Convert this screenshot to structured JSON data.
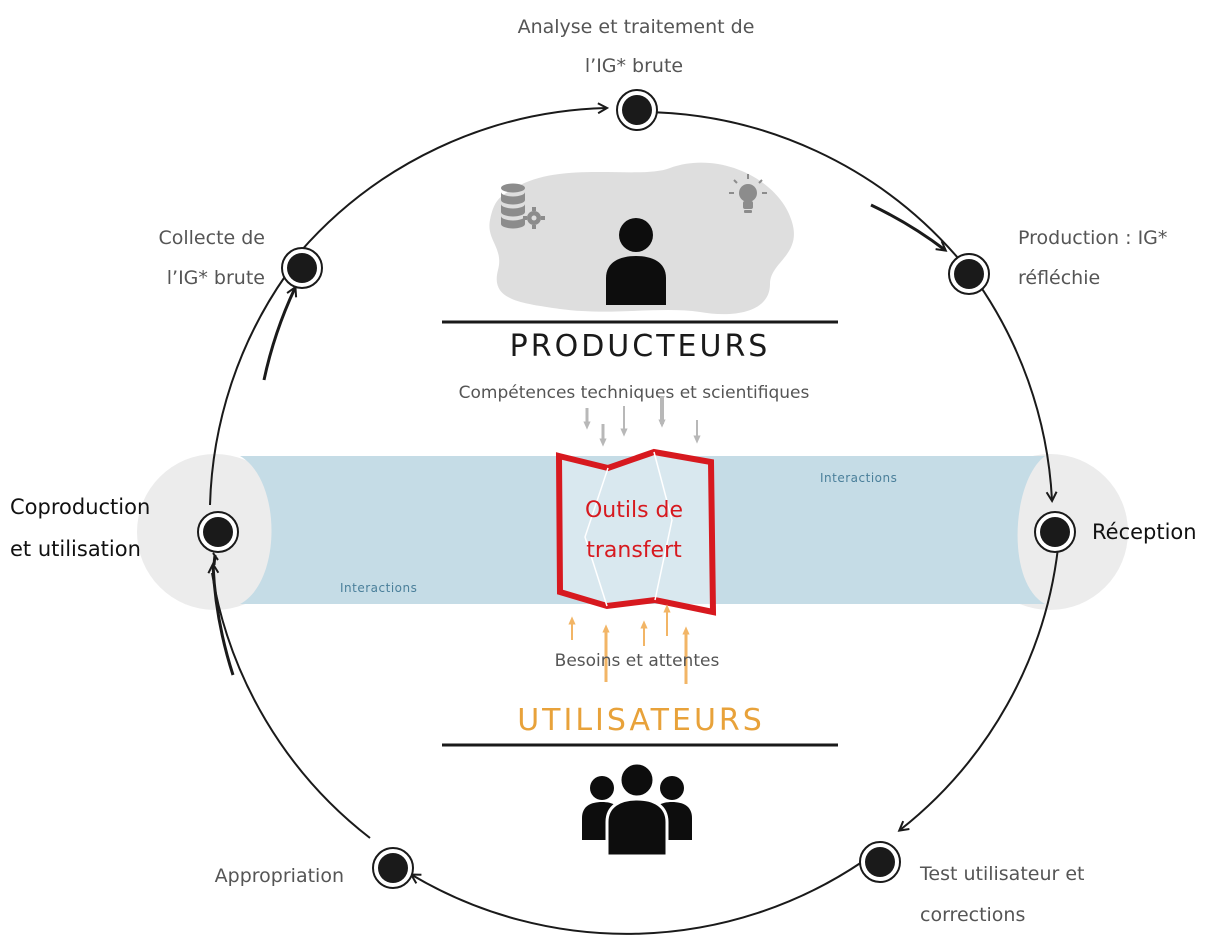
{
  "stages": {
    "analyse_line1": "Analyse et traitement  de",
    "analyse_line2": "l’IG* brute",
    "collecte_line1": "Collecte de",
    "collecte_line2": "l’IG* brute",
    "production_line1": "Production : IG*",
    "production_line2": "réfléchie",
    "coproduction_line1": "Coproduction",
    "coproduction_line2": "et utilisation",
    "reception": "Réception",
    "appropriation": "Appropriation",
    "test_line1": "Test utilisateur et",
    "test_line2": "corrections"
  },
  "producers": {
    "title": "PRODUCTEURS",
    "skills": "Compétences techniques et scientifiques"
  },
  "tools": {
    "line1": "Outils de",
    "line2": "transfert"
  },
  "interactions": {
    "label_right": "Interactions",
    "label_left": "Interactions"
  },
  "users": {
    "needs": "Besoins et attentes",
    "title": "UTILISATEURS"
  },
  "icons": {
    "database": "database-gear-icon",
    "idea": "lightbulb-icon",
    "producer": "person-icon",
    "users": "group-icon"
  },
  "colors": {
    "circle": "#1a1a1a",
    "band": "#c5dce6",
    "tool": "#d7191f",
    "users_title": "#e8a23a",
    "producer_arrows": "#b8b8b8",
    "user_arrows": "#f2b566",
    "interactions_text": "#4a7f9a",
    "cloud": "#dedede"
  }
}
